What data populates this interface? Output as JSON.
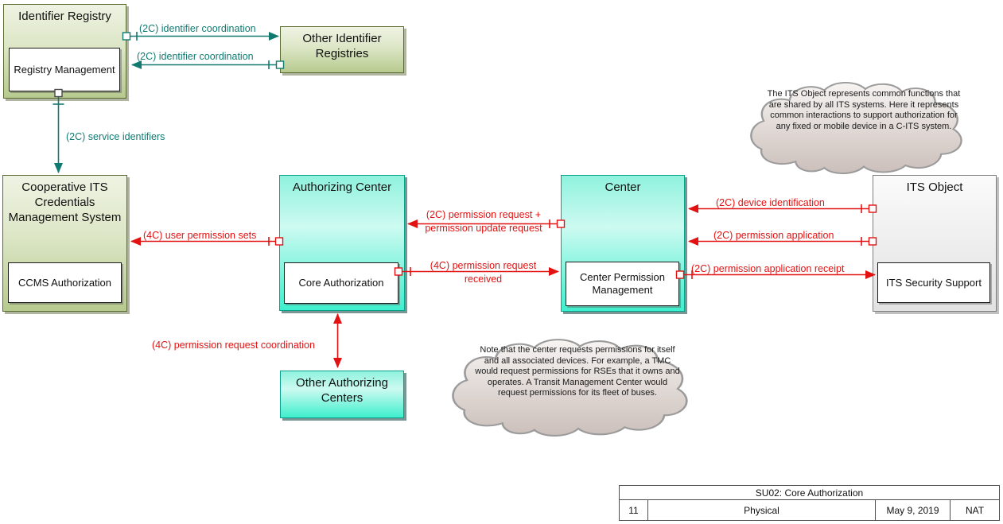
{
  "boxes": {
    "identifier_registry": {
      "title": "Identifier Registry",
      "child": "Registry Management"
    },
    "other_identifier_registries": {
      "title": "Other Identifier Registries"
    },
    "ccms": {
      "title": "Cooperative ITS Credentials Management System",
      "child": "CCMS Authorization"
    },
    "authorizing_center": {
      "title": "Authorizing Center",
      "child": "Core Authorization"
    },
    "center": {
      "title": "Center",
      "child": "Center Permission Management"
    },
    "its_object": {
      "title": "ITS Object",
      "child": "ITS Security Support"
    },
    "other_authorizing_centers": {
      "title": "Other Authorizing Centers"
    }
  },
  "flows": {
    "identifier_coordination_out": "(2C) identifier coordination",
    "identifier_coordination_in": "(2C) identifier coordination",
    "service_identifiers": "(2C) service identifiers",
    "user_permission_sets": "(4C) user permission sets",
    "permission_request_update": "(2C) permission request + permission update request",
    "permission_request_received": "(4C) permission request received",
    "device_identification": "(2C) device identification",
    "permission_application": "(2C) permission application",
    "permission_application_receipt": "(2C) permission application receipt",
    "permission_request_coordination": "(4C) permission request coordination"
  },
  "notes": {
    "its_object_note": "The ITS Object represents common functions that are shared by all ITS systems.  Here it represents common interactions to support authorization for any fixed or mobile device in a C-ITS system.",
    "center_note": "Note that the center requests permissions for itself and all associated devices.  For example, a TMC would request permissions for RSEs that it owns and operates.  A Transit Management Center would request permissions for its fleet of buses."
  },
  "title_block": {
    "title": "SU02: Core Authorization",
    "number": "11",
    "view": "Physical",
    "date": "May 9, 2019",
    "org": "NAT"
  },
  "colors": {
    "teal_flow": "#117a70",
    "red_flow": "#e31212",
    "olive_fill_top": "#eff3e3",
    "olive_fill_bottom": "#b7ca8e",
    "olive_border": "#5a6b33",
    "cyan_fill_top": "#8ff2dd",
    "cyan_fill_bottom": "#3fefcd",
    "cyan_border": "#0aa18c",
    "gray_fill": "#e2e2e2",
    "gray_border": "#7f7f7f",
    "cloud_fill_bottom": "#cbbfba"
  }
}
